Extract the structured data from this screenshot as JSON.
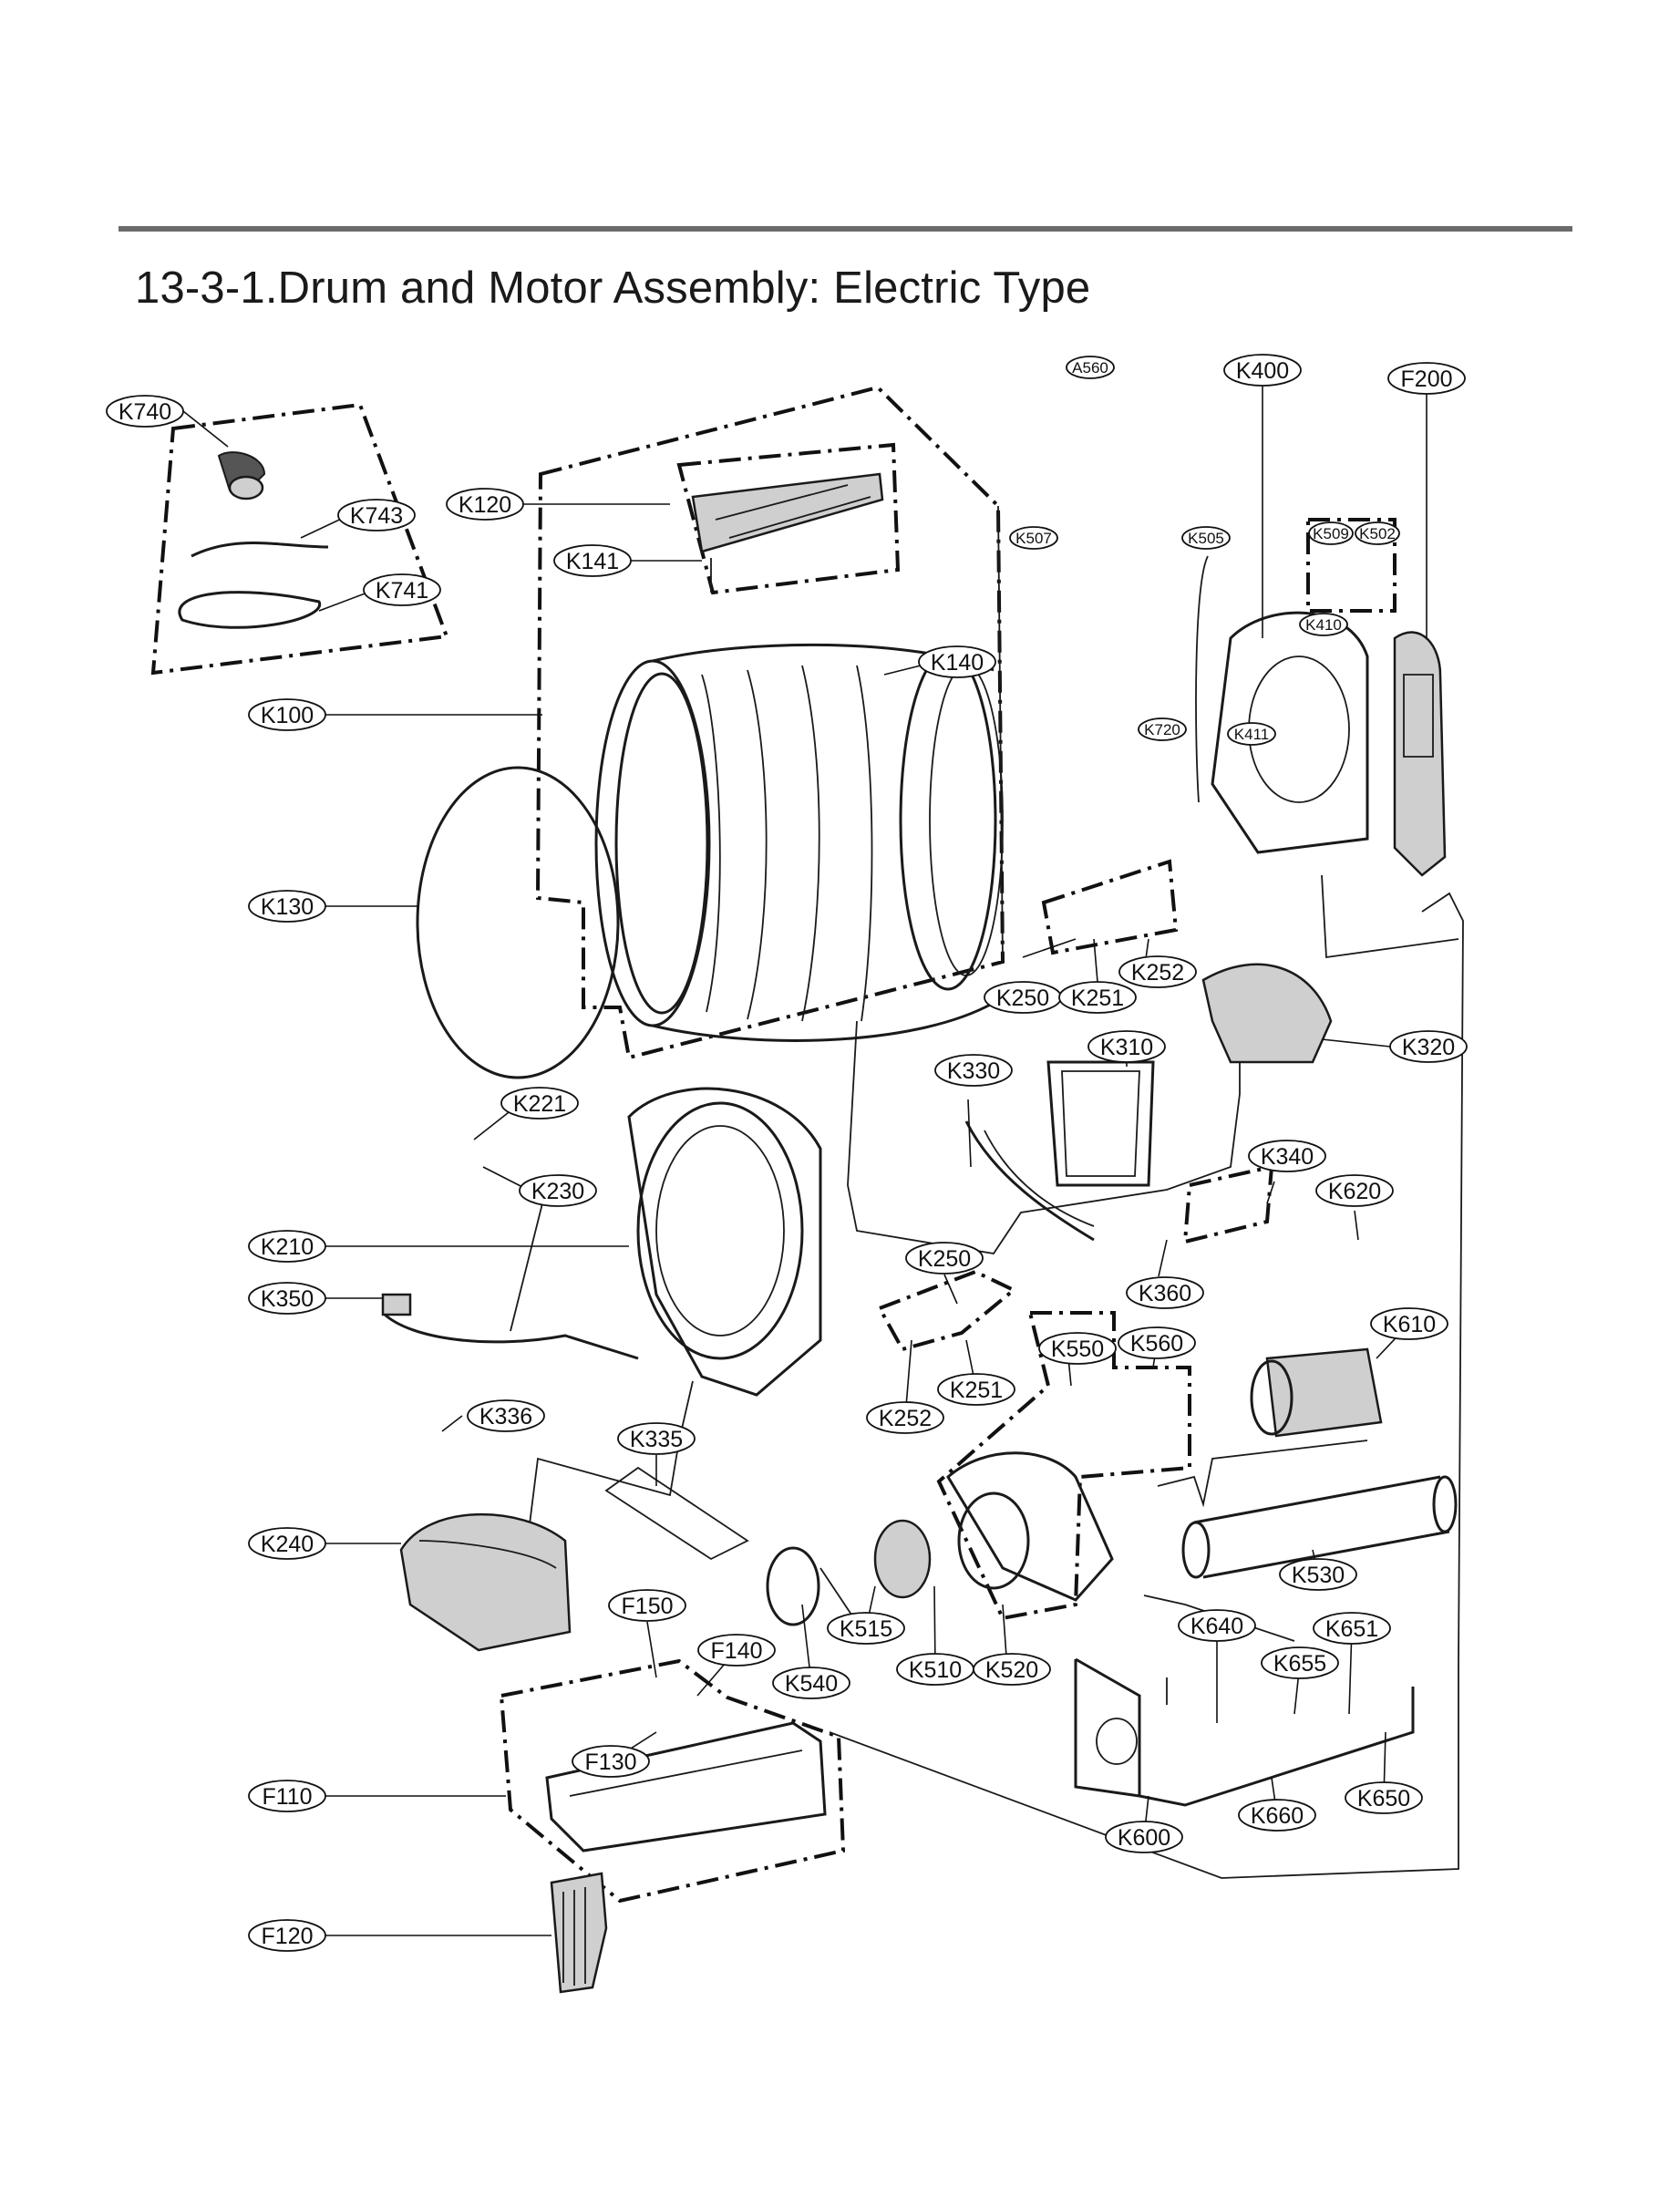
{
  "title": "13-3-1.Drum and Motor Assembly: Electric Type",
  "labels": {
    "K740": "K740",
    "K743": "K743",
    "K741": "K741",
    "K100": "K100",
    "K120": "K120",
    "K141": "K141",
    "K140": "K140",
    "K130": "K130",
    "A560": "A560",
    "K507": "K507",
    "K505": "K505",
    "K400": "K400",
    "K509": "K509",
    "K502": "K502",
    "F200": "F200",
    "K410": "K410",
    "K720": "K720",
    "K411": "K411",
    "K250a": "K250",
    "K251a": "K251",
    "K252a": "K252",
    "K310": "K310",
    "K320": "K320",
    "K330": "K330",
    "K221": "K221",
    "K230": "K230",
    "K340": "K340",
    "K620": "K620",
    "K210": "K210",
    "K250b": "K250",
    "K350": "K350",
    "K360": "K360",
    "K610": "K610",
    "K550": "K550",
    "K560": "K560",
    "K251b": "K251",
    "K252b": "K252",
    "K336": "K336",
    "K335": "K335",
    "K240": "K240",
    "K530": "K530",
    "F150": "F150",
    "K515": "K515",
    "K640": "K640",
    "K651": "K651",
    "F140": "F140",
    "K540": "K540",
    "K510": "K510",
    "K520": "K520",
    "K655": "K655",
    "F130": "F130",
    "F110": "F110",
    "K600": "K600",
    "K660": "K660",
    "K650": "K650",
    "F120": "F120"
  }
}
